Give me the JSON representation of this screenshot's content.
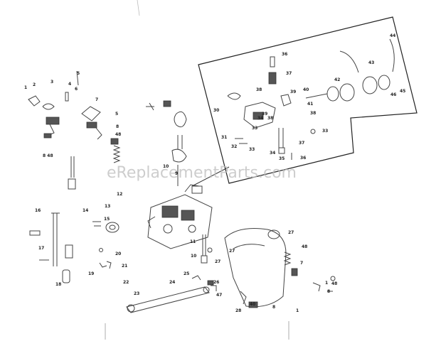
{
  "watermark": "eReplacementParts.com",
  "labels": [
    {
      "id": "l1",
      "text": "1"
    },
    {
      "id": "l2",
      "text": "2"
    },
    {
      "id": "l3",
      "text": "3"
    },
    {
      "id": "l4",
      "text": "4"
    },
    {
      "id": "l5",
      "text": "5"
    },
    {
      "id": "l6",
      "text": "6"
    },
    {
      "id": "l7",
      "text": "7"
    },
    {
      "id": "l5b",
      "text": "5"
    },
    {
      "id": "l8",
      "text": "8"
    },
    {
      "id": "l48a",
      "text": "48"
    },
    {
      "id": "l848",
      "text": "8 48"
    },
    {
      "id": "l10a",
      "text": "10"
    },
    {
      "id": "l12",
      "text": "12"
    },
    {
      "id": "l13",
      "text": "13"
    },
    {
      "id": "l14",
      "text": "14"
    },
    {
      "id": "l16",
      "text": "16"
    },
    {
      "id": "l15",
      "text": "15"
    },
    {
      "id": "l17",
      "text": "17"
    },
    {
      "id": "l18",
      "text": "18"
    },
    {
      "id": "l19",
      "text": "19"
    },
    {
      "id": "l20",
      "text": "20"
    },
    {
      "id": "l21",
      "text": "21"
    },
    {
      "id": "l22",
      "text": "22"
    },
    {
      "id": "l23",
      "text": "23"
    },
    {
      "id": "l24",
      "text": "24"
    },
    {
      "id": "l25",
      "text": "25"
    },
    {
      "id": "l26",
      "text": "26"
    },
    {
      "id": "l47",
      "text": "47"
    },
    {
      "id": "l11",
      "text": "11"
    },
    {
      "id": "l10b",
      "text": "10"
    },
    {
      "id": "l27a",
      "text": "27"
    },
    {
      "id": "l27b",
      "text": "27"
    },
    {
      "id": "l27c",
      "text": "27"
    },
    {
      "id": "l48b",
      "text": "48"
    },
    {
      "id": "l7b",
      "text": "7"
    },
    {
      "id": "l1b",
      "text": "1"
    },
    {
      "id": "l48c",
      "text": "48"
    },
    {
      "id": "l8b",
      "text": "8"
    },
    {
      "id": "l1c",
      "text": "1"
    },
    {
      "id": "l28",
      "text": "28"
    },
    {
      "id": "l40",
      "text": "40"
    },
    {
      "id": "l8c",
      "text": "8"
    },
    {
      "id": "l30",
      "text": "30"
    },
    {
      "id": "l31",
      "text": "31"
    },
    {
      "id": "l32",
      "text": "32"
    },
    {
      "id": "l33a",
      "text": "33"
    },
    {
      "id": "l34a",
      "text": "34"
    },
    {
      "id": "l34b",
      "text": "34"
    },
    {
      "id": "l35",
      "text": "35"
    },
    {
      "id": "l36a",
      "text": "36"
    },
    {
      "id": "l36b",
      "text": "36"
    },
    {
      "id": "l37a",
      "text": "37"
    },
    {
      "id": "l37b",
      "text": "37"
    },
    {
      "id": "l38a",
      "text": "38"
    },
    {
      "id": "l38b",
      "text": "38"
    },
    {
      "id": "l38c",
      "text": "38"
    },
    {
      "id": "l39a",
      "text": "39"
    },
    {
      "id": "l39b",
      "text": "39"
    },
    {
      "id": "l40b",
      "text": "40"
    },
    {
      "id": "l41",
      "text": "41"
    },
    {
      "id": "l42",
      "text": "42"
    },
    {
      "id": "l43",
      "text": "43"
    },
    {
      "id": "l44",
      "text": "44"
    },
    {
      "id": "l45",
      "text": "45"
    },
    {
      "id": "l46",
      "text": "46"
    },
    {
      "id": "l33b",
      "text": "33"
    },
    {
      "id": "l33c",
      "text": "33"
    },
    {
      "id": "l9",
      "text": "9"
    }
  ]
}
